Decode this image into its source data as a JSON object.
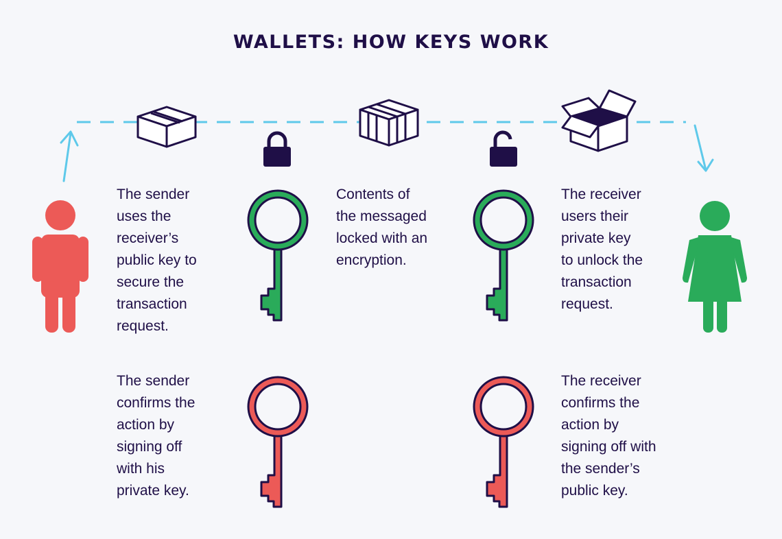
{
  "title": "WALLETS: HOW KEYS WORK",
  "colors": {
    "navy": "#1f0f47",
    "sender_red": "#ec5a57",
    "receiver_green": "#2aab5a",
    "path_blue": "#5ec9ea",
    "background": "#f6f7fa"
  },
  "steps": {
    "sender_encrypt": [
      "The  sender",
      "uses the",
      "receiver’s",
      "public key to",
      "secure the",
      "transaction",
      "request."
    ],
    "encrypted_contents": [
      "Contents of",
      "the messaged",
      "locked with an",
      "encryption."
    ],
    "receiver_decrypt": [
      "The receiver",
      "users their",
      "private key",
      "to unlock the",
      "transaction",
      "request."
    ],
    "sender_sign": [
      "The  sender",
      "confirms the",
      "action by",
      "signing off",
      "with his",
      "private key."
    ],
    "receiver_confirm": [
      "The receiver",
      "confirms the",
      "action by",
      "signing off with",
      "the sender’s",
      "public key."
    ]
  },
  "icons": {
    "sender": "person-male-icon",
    "receiver": "person-female-icon",
    "closed_box": "box-closed-icon",
    "wrapped_box": "box-wrapped-icon",
    "open_box": "box-open-icon",
    "lock_closed": "lock-closed-icon",
    "lock_open": "lock-open-icon",
    "public_key": "key-icon",
    "private_key": "key-icon"
  }
}
